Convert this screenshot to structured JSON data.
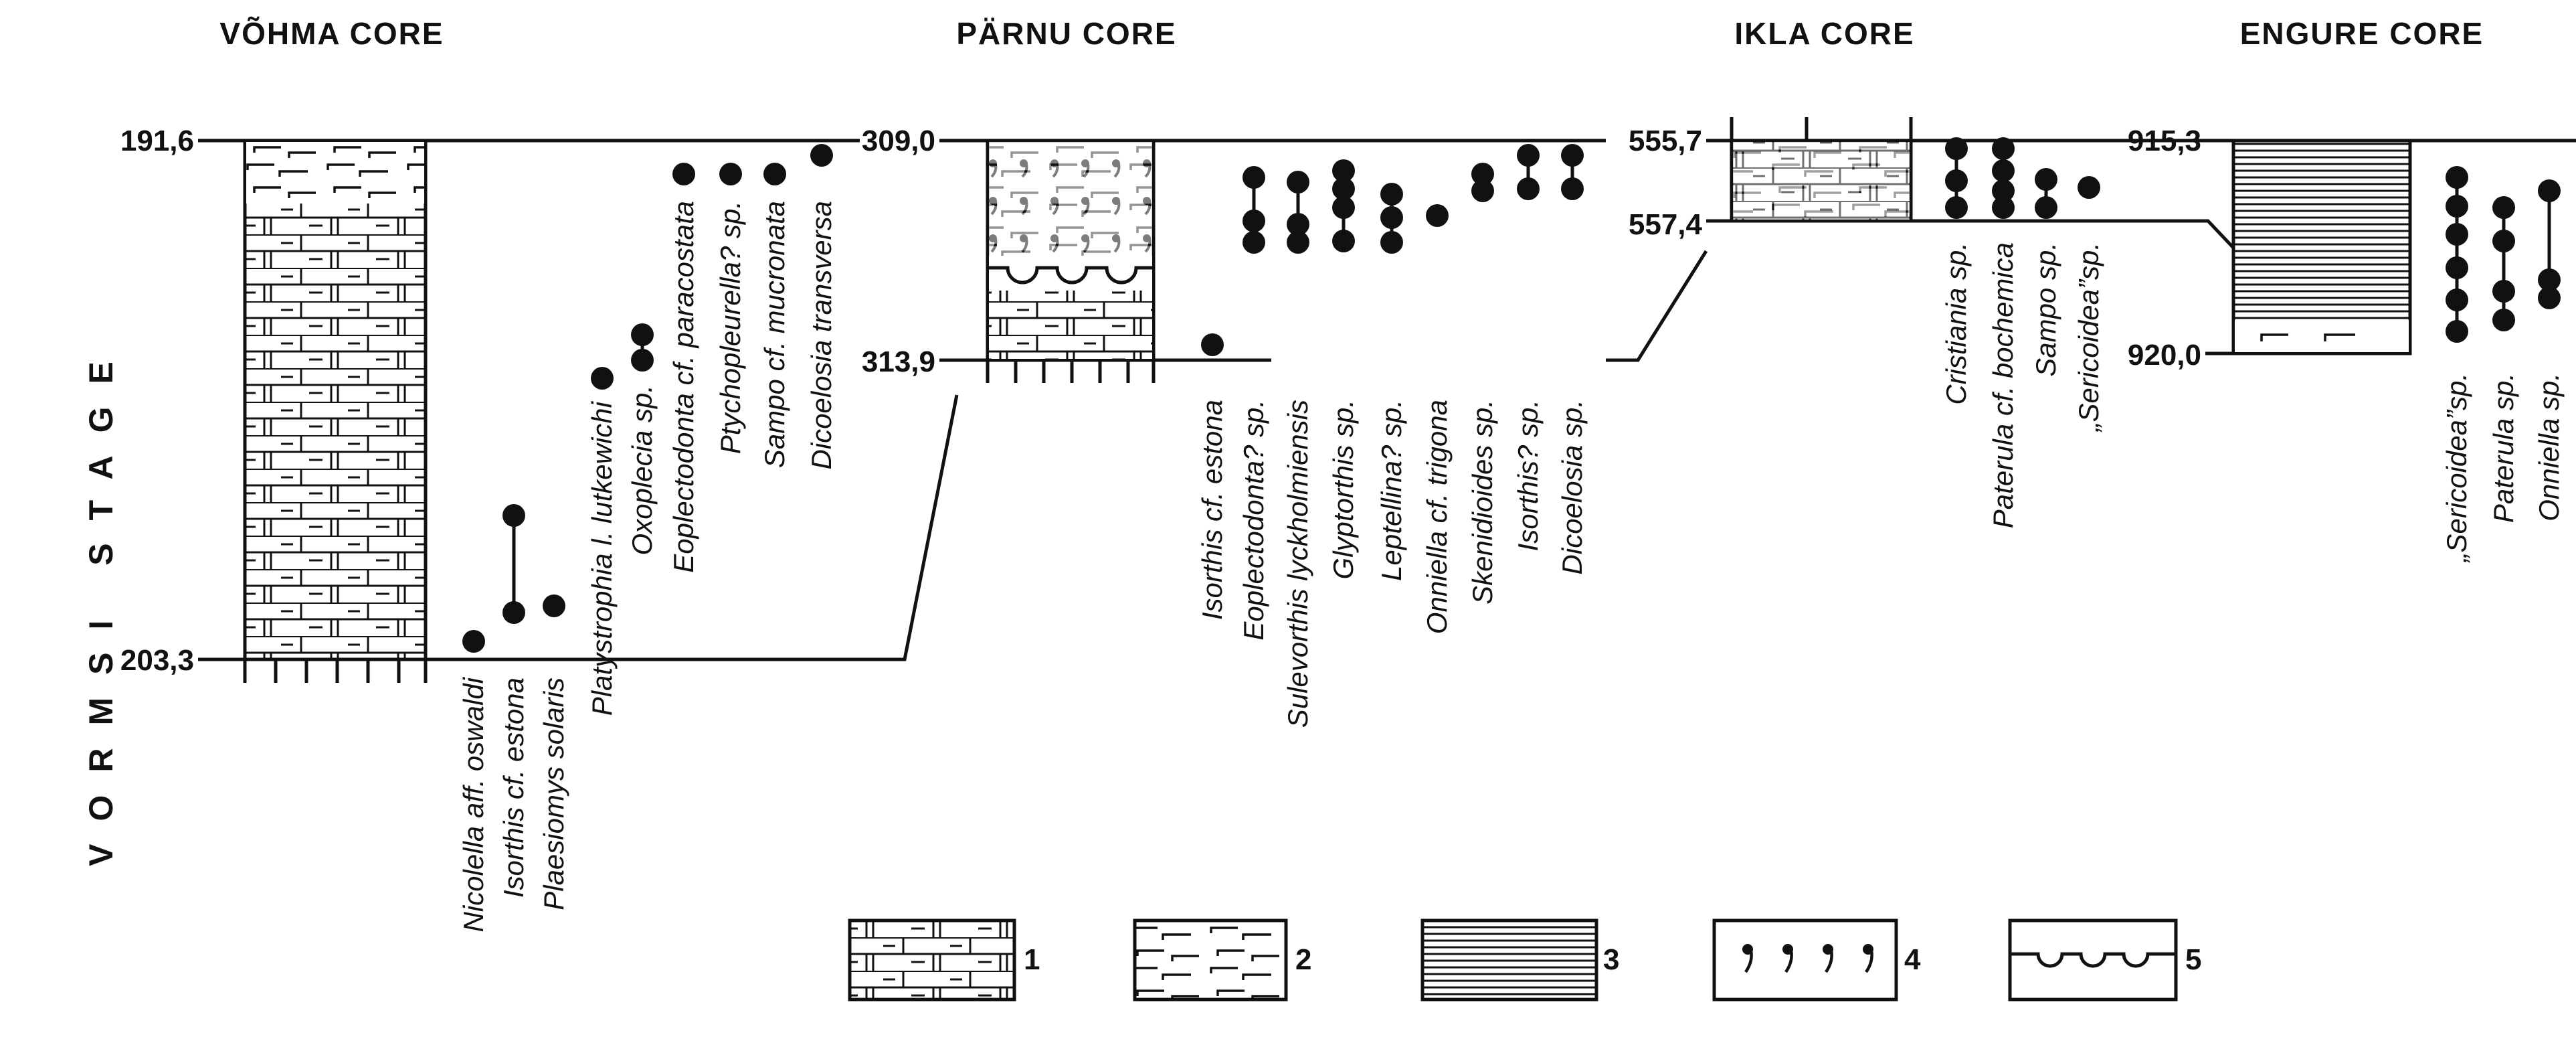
{
  "stage_label": "VORMSI  STAGE",
  "cores": [
    {
      "title": "VÕHMA CORE",
      "top_depth": "191,6",
      "bottom_depth": "203,3",
      "taxa": [
        {
          "name": "Nicolella aff. oswaldi",
          "dots": [
            2
          ]
        },
        {
          "name": "Isorthis cf. estona",
          "dots": [
            1,
            4
          ]
        },
        {
          "name": "Plaesiomys solaris",
          "dots": [
            1
          ]
        },
        {
          "name": "Platystrophia l. lutkewichi",
          "dots": [
            1
          ]
        },
        {
          "name": "Oxoplecia sp.",
          "dots": [
            1,
            4
          ]
        },
        {
          "name": "Eoplectodonta cf. paracostata",
          "dots": [
            1
          ]
        },
        {
          "name": "Ptychopleurella? sp.",
          "dots": [
            1
          ]
        },
        {
          "name": "Sampo cf. mucronata",
          "dots": [
            1
          ]
        },
        {
          "name": "Dicoelosia transversa",
          "dots": [
            1
          ]
        }
      ]
    },
    {
      "title": "PÄRNU CORE",
      "top_depth": "309,0",
      "bottom_depth": "313,9",
      "taxa": [
        {
          "name": "Isorthis cf. estona",
          "dots": [
            1
          ]
        },
        {
          "name": "Eoplectodonta? sp.",
          "dots": [
            1,
            2,
            3
          ]
        },
        {
          "name": "Sulevorthis lyckholmiensis",
          "dots": [
            1,
            2,
            3
          ]
        },
        {
          "name": "Glyptorthis sp.",
          "dots": [
            1,
            2,
            3,
            4
          ]
        },
        {
          "name": "Leptellina? sp.",
          "dots": [
            1,
            2
          ]
        },
        {
          "name": "Onniella cf. trigona",
          "dots": [
            1
          ]
        },
        {
          "name": "Skenidioides sp.",
          "dots": [
            1,
            2
          ]
        },
        {
          "name": "Isorthis? sp.",
          "dots": [
            1,
            2
          ]
        },
        {
          "name": "Dicoelosia sp.",
          "dots": [
            1,
            2
          ]
        }
      ]
    },
    {
      "title": "IKLA CORE",
      "top_depth": "555,7",
      "bottom_depth": "557,4",
      "taxa": [
        {
          "name": "Cristiania sp.",
          "dots": [
            1,
            2,
            3
          ]
        },
        {
          "name": "Paterula cf. bochemica",
          "dots": [
            1,
            2,
            3,
            4
          ]
        },
        {
          "name": "Sampo sp.",
          "dots": [
            1,
            2
          ]
        },
        {
          "name": "„Sericoidea”sp.",
          "dots": [
            1
          ]
        }
      ]
    },
    {
      "title": "ENGURE CORE",
      "top_depth": "915,3",
      "bottom_depth": "920,0",
      "taxa": [
        {
          "name": "„Sericoidea”sp.",
          "dots": [
            1,
            2,
            3,
            4,
            5
          ]
        },
        {
          "name": "Paterula sp.",
          "dots": [
            1,
            2,
            3
          ]
        },
        {
          "name": "Onniella sp.",
          "dots": [
            1,
            2,
            3
          ]
        }
      ]
    }
  ],
  "legend": [
    "1",
    "2",
    "3",
    "4",
    "5"
  ]
}
